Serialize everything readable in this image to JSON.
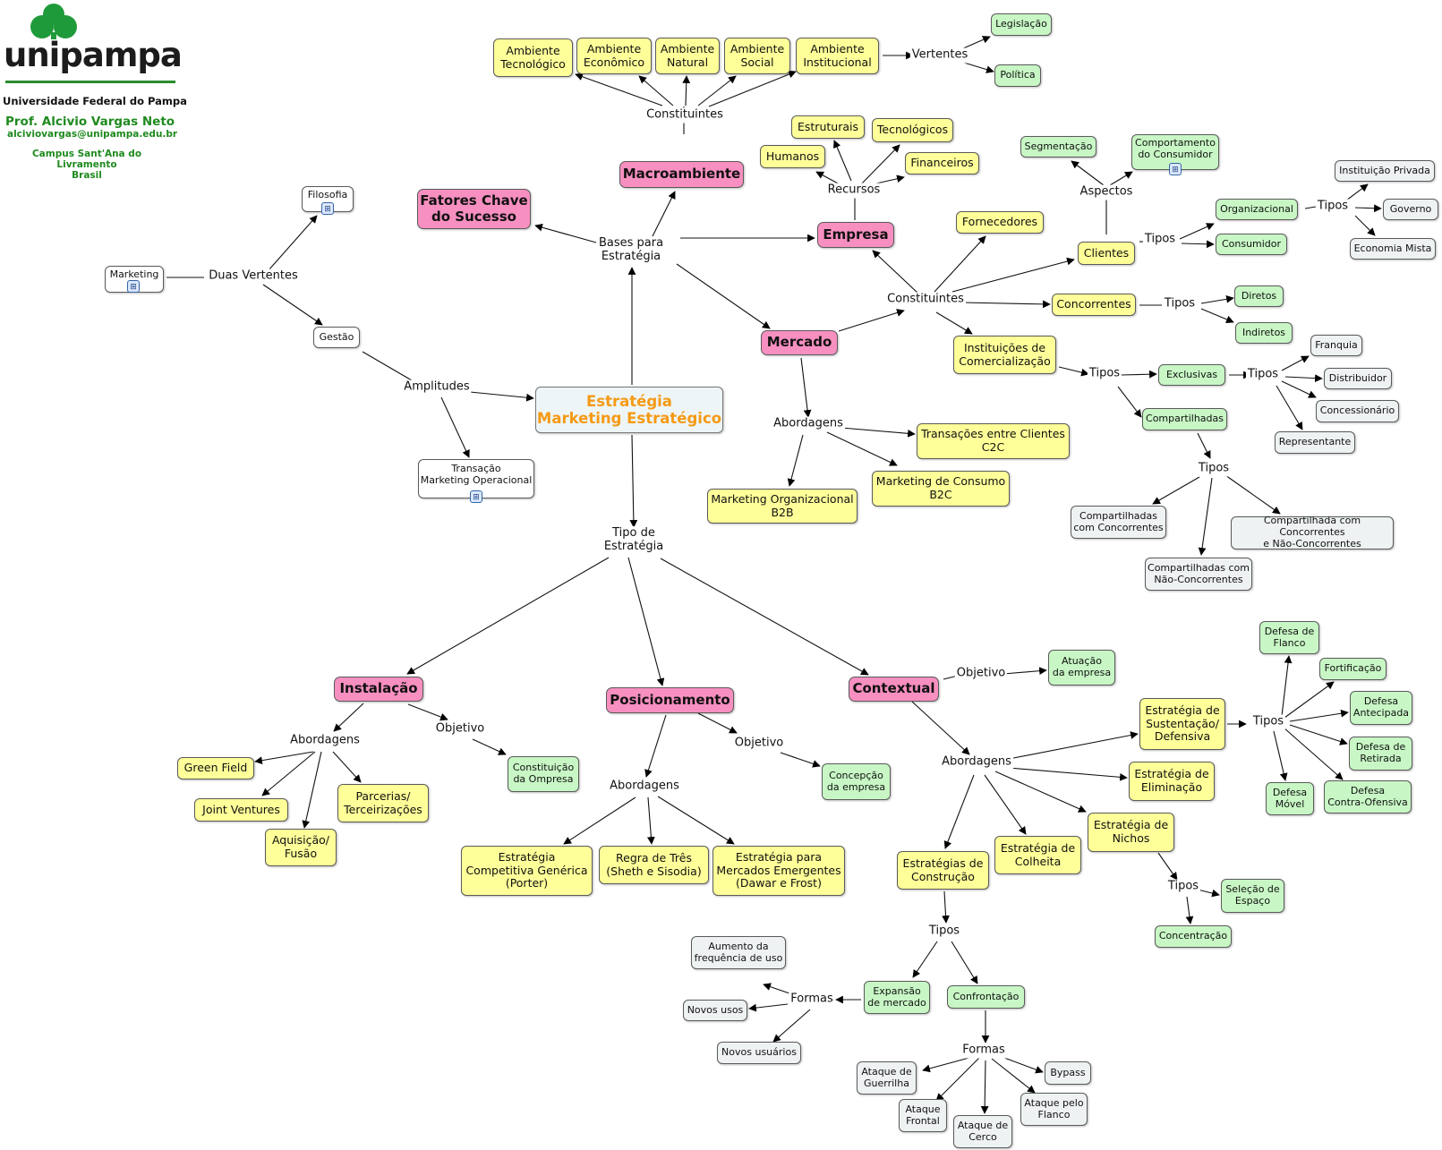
{
  "header": {
    "logo_word": "unipampa",
    "university": "Universidade Federal do Pampa",
    "professor": "Prof. Alcivio Vargas Neto",
    "email": "alciviovargas@unipampa.edu.br",
    "campus": "Campus Sant'Ana do Livramento\nBrasil"
  },
  "nodes": {
    "central": "Estratégia\nMarketing Estratégico",
    "marketing": "Marketing",
    "filosofia": "Filosofia",
    "gestao": "Gestão",
    "transacao": "Transação\nMarketing Operacional",
    "fatores": "Fatores Chave\ndo Sucesso",
    "macro": "Macroambiente",
    "amb_tec": "Ambiente\nTecnológico",
    "amb_eco": "Ambiente\nEconômico",
    "amb_nat": "Ambiente\nNatural",
    "amb_soc": "Ambiente\nSocial",
    "amb_inst": "Ambiente\nInstitucional",
    "legislacao": "Legislação",
    "politica": "Política",
    "empresa": "Empresa",
    "estruturais": "Estruturais",
    "tecnologicos": "Tecnológicos",
    "humanos": "Humanos",
    "financeiros": "Financeiros",
    "mercado": "Mercado",
    "fornecedores": "Fornecedores",
    "clientes": "Clientes",
    "segmentacao": "Segmentação",
    "comportamento": "Comportamento\ndo Consumidor",
    "organizacional": "Organizacional",
    "consumidor": "Consumidor",
    "inst_privada": "Instituição Privada",
    "governo": "Governo",
    "economia_mista": "Economia Mista",
    "concorrentes": "Concorrentes",
    "diretos": "Diretos",
    "indiretos": "Indiretos",
    "inst_comerc": "Instituições de\nComercialização",
    "exclusivas": "Exclusivas",
    "franquia": "Franquia",
    "distribuidor": "Distribuidor",
    "concessionario": "Concessionário",
    "representante": "Representante",
    "compartilhadas": "Compartilhadas",
    "comp_conc": "Compartilhadas\ncom Concorrentes",
    "comp_conc_nao": "Compartilhada com Concorrentes\ne Não-Concorrentes",
    "comp_nao": "Compartilhadas com\nNão-Concorrentes",
    "c2c": "Transações entre Clientes\nC2C",
    "b2c": "Marketing de Consumo\nB2C",
    "b2b": "Marketing Organizacional\nB2B",
    "instalacao": "Instalação",
    "green_field": "Green Field",
    "joint": "Joint Ventures",
    "aquisicao": "Aquisição/\nFusão",
    "parcerias": "Parcerias/\nTerceirizações",
    "constituicao": "Constituição\nda Ompresa",
    "posicionamento": "Posicionamento",
    "concepcao": "Concepção\nda empresa",
    "porter": "Estratégia\nCompetitiva Genérica\n(Porter)",
    "regra": "Regra de Três\n(Sheth e Sisodia)",
    "emergentes": "Estratégia para\nMercados Emergentes\n(Dawar e Frost)",
    "contextual": "Contextual",
    "atuacao": "Atuação\nda empresa",
    "sustentacao": "Estratégia de\nSustentação/\nDefensiva",
    "eliminacao": "Estratégia de\nEliminação",
    "nichos": "Estratégia de\nNichos",
    "colheita": "Estratégia de\nColheita",
    "construcao": "Estratégias de\nConstrução",
    "defesa_flanco": "Defesa de\nFlanco",
    "fortificacao": "Fortificação",
    "defesa_antecipada": "Defesa\nAntecipada",
    "defesa_retirada": "Defesa de\nRetirada",
    "defesa_movel": "Defesa\nMóvel",
    "defesa_contra": "Defesa\nContra-Ofensiva",
    "selecao": "Seleção de\nEspaço",
    "concentracao": "Concentração",
    "expansao": "Expansão\nde mercado",
    "confrontacao": "Confrontação",
    "aumento": "Aumento da\nfrequência de uso",
    "novos_usos": "Novos usos",
    "novos_usuarios": "Novos usuários",
    "guerrilha": "Ataque de\nGuerrilha",
    "frontal": "Ataque\nFrontal",
    "cerco": "Ataque de\nCerco",
    "flanco": "Ataque pelo\nFlanco",
    "bypass": "Bypass"
  },
  "phrases": {
    "duas_vertentes": "Duas Vertentes",
    "amplitudes": "Amplitudes",
    "bases": "Bases para\nEstratégia",
    "constituintes_macro": "Constituintes",
    "vertentes": "Vertentes",
    "recursos": "Recursos",
    "constituintes_mercado": "Constituintes",
    "aspectos": "Aspectos",
    "tipos_clientes": "Tipos",
    "tipos_org": "Tipos",
    "tipos_conc": "Tipos",
    "tipos_inst": "Tipos",
    "tipos_excl": "Tipos",
    "tipos_comp": "Tipos",
    "abordagens_mercado": "Abordagens",
    "tipo_estrategia": "Tipo de\nEstratégia",
    "abordagens_inst": "Abordagens",
    "objetivo_inst": "Objetivo",
    "objetivo_pos": "Objetivo",
    "abordagens_pos": "Abordagens",
    "objetivo_ctx": "Objetivo",
    "abordagens_ctx": "Abordagens",
    "tipos_sust": "Tipos",
    "tipos_nichos": "Tipos",
    "tipos_constr": "Tipos",
    "formas_exp": "Formas",
    "formas_conf": "Formas"
  }
}
